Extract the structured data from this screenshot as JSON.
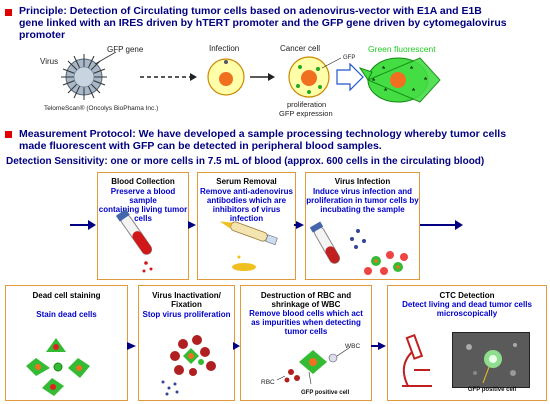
{
  "principle": {
    "line1": "Principle:   Detection of Circulating tumor cells based on adenovirus-vector with E1A and E1B",
    "line2": "gene linked with an IRES driven by hTERT promoter and the GFP gene driven by cytomegalovirus",
    "line3": "promoter"
  },
  "top_diagram": {
    "gfp_gene": "GFP gene",
    "virus": "Virus",
    "telomescan": "TelomeScan® (Oncolys BioPhama Inc.)",
    "infection": "Infection",
    "cancer_cell": "Cancer cell",
    "gfp": "GFP",
    "proliferation": "proliferation",
    "gfp_expression": "GFP expression",
    "green_fluorescent": "Green fluorescent"
  },
  "protocol": {
    "line1": "Measurement Protocol: We have developed a sample processing technology whereby tumor cells",
    "line2": "made fluorescent with GFP can be detected in peripheral blood samples.",
    "sensitivity": "Detection Sensitivity: one or more cells in 7.5 mL of blood (approx. 600 cells in the circulating blood)"
  },
  "steps_row1": [
    {
      "title": "Blood Collection",
      "desc": [
        "Preserve a blood sample",
        "containing living tumor cells"
      ]
    },
    {
      "title": "Serum Removal",
      "desc": [
        "Remove anti-adenovirus",
        "antibodies which are",
        "inhibitors of virus infection"
      ]
    },
    {
      "title": "Virus Infection",
      "desc": [
        "Induce virus infection and",
        "proliferation in tumor cells by",
        "incubating the sample"
      ]
    }
  ],
  "steps_row2": [
    {
      "title": "Dead cell staining",
      "desc": [
        "Stain dead cells"
      ]
    },
    {
      "title": "Virus Inactivation/\nFixation",
      "desc": [
        "Stop virus proliferation"
      ]
    },
    {
      "title": "Destruction of RBC and\nshrinkage of WBC",
      "desc": [
        "Remove blood cells which act",
        "as impurities when detecting",
        "tumor cells"
      ]
    },
    {
      "title": "CTC Detection",
      "desc": [
        "Detect living and dead tumor cells",
        "microscopically"
      ]
    }
  ],
  "labels": {
    "wbc": "WBC",
    "rbc": "RBC",
    "gfp_positive_cell_1": "GFP positive cell",
    "gfp_positive_cell_2": "GFP positive cell"
  },
  "colors": {
    "bullet": "#e00000",
    "title_text": "#000080",
    "desc_text": "#0000cc",
    "panel_border": "#e09a3c",
    "green_fluorescent": "#22cc22",
    "arrow": "#000080"
  }
}
